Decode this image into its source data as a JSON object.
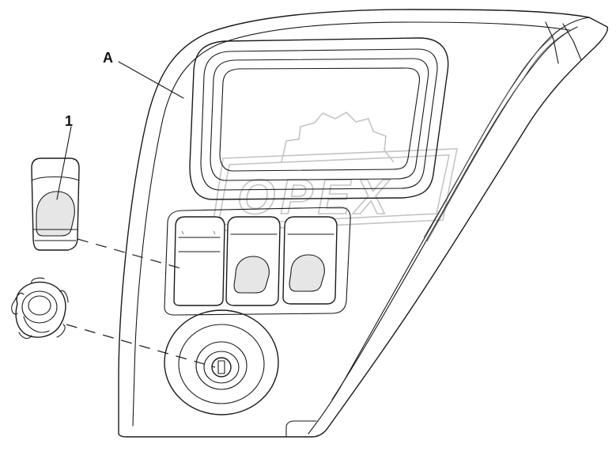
{
  "callouts": {
    "label_a": "A",
    "label_1": "1"
  },
  "watermark": {
    "text": "OPEX",
    "color": "#c4c4c4"
  },
  "colors": {
    "line": "#1a1a1a",
    "background": "#ffffff"
  }
}
